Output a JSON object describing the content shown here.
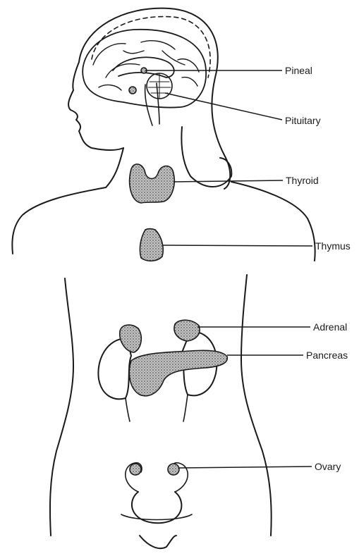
{
  "labels": {
    "pineal": "Pineal",
    "pituitary": "Pituitary",
    "thyroid": "Thyroid",
    "thymus": "Thymus",
    "adrenal": "Adrenal",
    "pancreas": "Pancreas",
    "ovary": "Ovary"
  },
  "colors": {
    "line": "#1a1a1a",
    "gland_fill": "#b5b5b5",
    "background": "#ffffff"
  }
}
